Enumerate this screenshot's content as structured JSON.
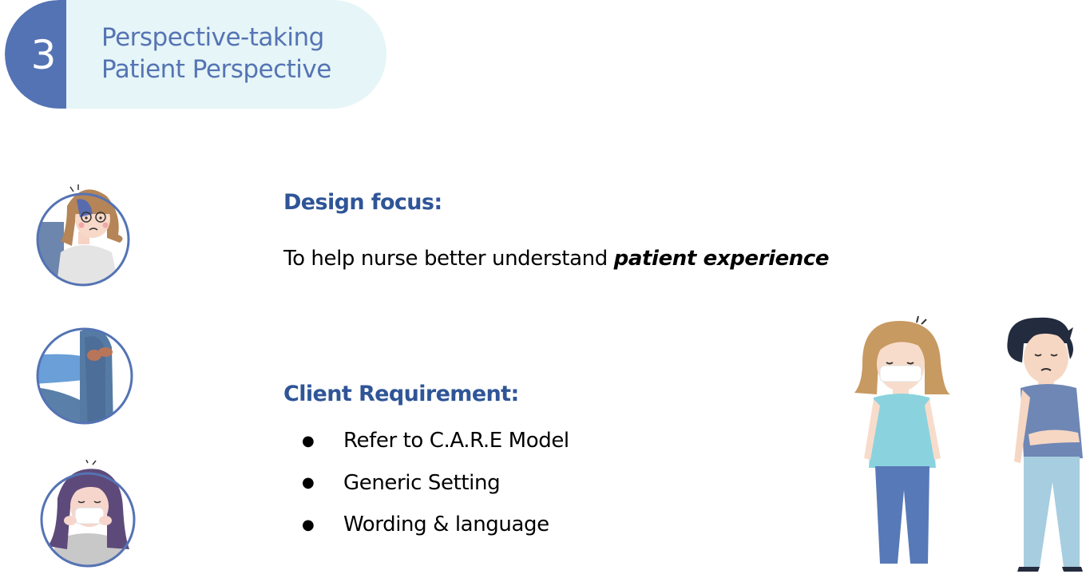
{
  "header": {
    "step_number": "3",
    "title_line1": "Perspective-taking",
    "title_line2": "Patient Perspective"
  },
  "design_focus": {
    "heading": "Design focus:",
    "text_prefix": "To help nurse better understand ",
    "text_emphasis": "patient experience"
  },
  "client_requirement": {
    "heading": "Client Requirement:",
    "bullet_glyph": "●",
    "items": [
      {
        "label": "Refer to C.A.R.E Model"
      },
      {
        "label": "Generic Setting"
      },
      {
        "label": "Wording & language"
      }
    ]
  },
  "colors": {
    "brand_blue": "#5473b4",
    "header_bg": "#e6f5f7",
    "heading_blue": "#2f5597"
  }
}
